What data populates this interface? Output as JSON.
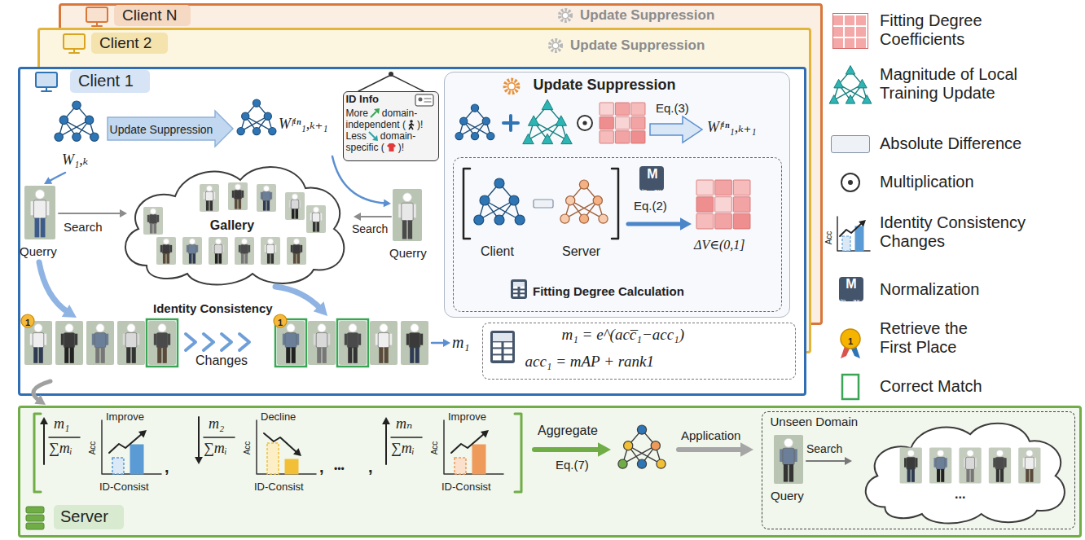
{
  "diagram": {
    "nodes": [
      {
        "text": [
          "Client N"
        ]
      },
      {
        "text": [
          "Client 2"
        ]
      },
      {
        "text": [
          "Client 1"
        ]
      },
      {
        "text": [
          "W₁,ₖ"
        ],
        "in": 2
      },
      {
        "text": [
          "Wᶠⁱⁿ₁,ₖ₊₁"
        ],
        "in": 2
      },
      {
        "text": [
          "ID Info",
          "More",
          "domain-",
          "independent (",
          ")!",
          "Less",
          "domain-",
          "specific (",
          ")!"
        ],
        "in": 2
      },
      {
        "text": [
          "Gallery"
        ],
        "in": 2
      },
      {
        "text": [
          "m₁ = e^(acc̅₁−acc₁)",
          "acc₁ = mAP + rank1"
        ],
        "in": 2
      },
      {
        "text": [
          "Update Suppression"
        ],
        "in": 2
      },
      {
        "text": [
          "Fitting Degree Calculation"
        ],
        "in": 8
      },
      {
        "text": [
          "Server"
        ]
      },
      {
        "text": [
          "Unseen Domain"
        ],
        "in": 10
      }
    ],
    "edges": [
      {
        "from": 3,
        "to": 4,
        "arrow": "to",
        "label": "Update Suppression"
      }
    ],
    "labels": [
      "Update Suppression",
      "Update Suppression",
      "Search",
      "Querry",
      "Search",
      "Querry",
      "Identity Consistency",
      "1",
      "1",
      "Changes",
      "m₁",
      "Eq.(3)",
      "Wᶠⁱⁿ₁,ₖ₊₁",
      "Client",
      "Server",
      "M",
      "in",
      "ax",
      "Eq.(2)",
      "ΔV∈(0,1]",
      "Acc",
      "M",
      "in",
      "ax",
      "1",
      "m₁",
      "∑mᵢ",
      "Acc",
      "Improve",
      "ID-Consist",
      ",",
      "m₂",
      "∑mᵢ",
      "Acc",
      "Decline",
      "ID-Consist",
      ",",
      "•••",
      ",",
      "mₙ",
      "∑mᵢ",
      "Acc",
      "Improve",
      "ID-Consist",
      "Aggregate",
      "Eq.(7)",
      "Application",
      "Query",
      "Search",
      "..."
    ],
    "legend": [
      {
        "text": "Fitting Degree Coefficients",
        "color": "#f4a8a8"
      },
      {
        "text": "Magnitude of Local Training Update"
      },
      {
        "text": "Absolute Difference",
        "color": "#eef2f7"
      },
      {
        "text": "Multiplication"
      },
      {
        "text": "Identity Consistency Changes"
      },
      {
        "text": "Normalization"
      },
      {
        "text": "Retrieve the First Place"
      },
      {
        "text": "Correct Match"
      }
    ]
  }
}
